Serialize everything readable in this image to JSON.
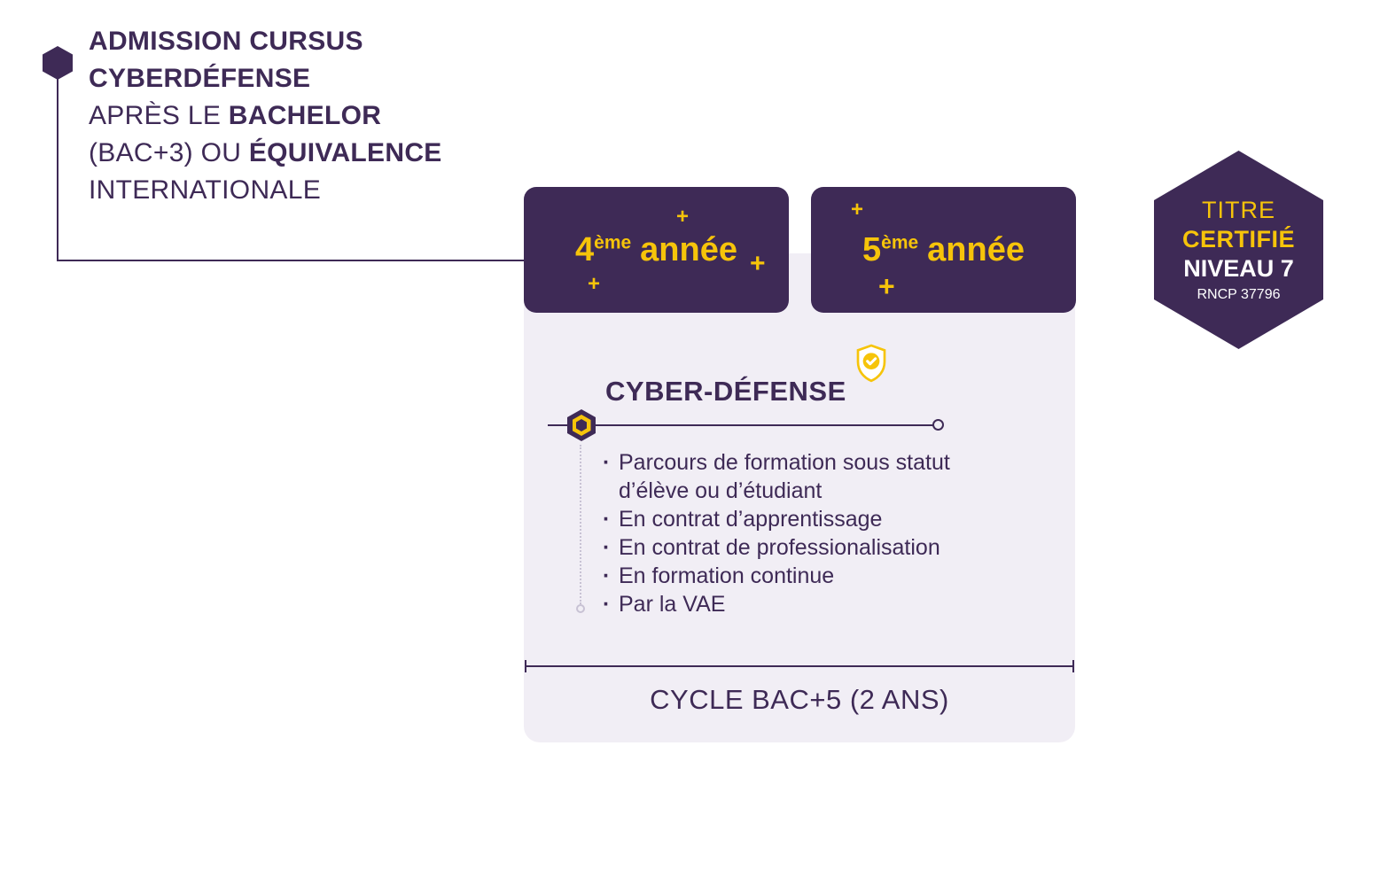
{
  "colors": {
    "purple": "#3E2A56",
    "yellow": "#F6C40A",
    "panel_bg": "#F1EEF5",
    "white": "#FFFFFF"
  },
  "header": {
    "line1": "ADMISSION CURSUS",
    "line2": "CYBERDÉFENSE",
    "line3_regular": "APRÈS LE ",
    "line3_bold": "BACHELOR",
    "line4_regular": "(BAC+3) OU ",
    "line4_bold": "ÉQUIVALENCE",
    "line5": "INTERNATIONALE"
  },
  "years": [
    {
      "num": "4",
      "sup": "ème",
      "word": "année"
    },
    {
      "num": "5",
      "sup": "ème",
      "word": "année"
    }
  ],
  "program": {
    "title": "CYBER-DÉFENSE",
    "items": [
      "Parcours de formation sous statut d’élève ou d’étudiant",
      "En contrat d’apprentissage",
      "En contrat de professionalisation",
      "En formation continue",
      "Par la VAE"
    ]
  },
  "cycle_label": "CYCLE BAC+5 (2 ANS)",
  "badge": {
    "line1": "TITRE",
    "line2": "CERTIFIÉ",
    "line3": "NIVEAU 7",
    "line4": "RNCP 37796"
  },
  "decor": {
    "plus": "+",
    "bullet": "·"
  }
}
